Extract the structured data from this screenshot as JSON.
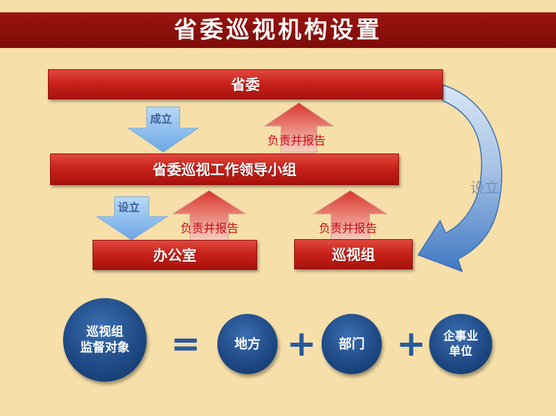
{
  "title": "省委巡视机构设置",
  "boxes": {
    "provincial_committee": "省委",
    "leading_group": "省委巡视工作领导小组",
    "office": "办公室",
    "inspection_team": "巡视组"
  },
  "labels": {
    "establish": "成立",
    "setup_small": "设立",
    "report_top": "负责并报告",
    "report_office": "负责并报告",
    "report_team": "负责并报告",
    "setup_curve": "设立"
  },
  "equation": {
    "left_line1": "巡视组",
    "left_line2": "监督对象",
    "equals": "=",
    "term1": "地方",
    "plus1": "+",
    "term2": "部门",
    "plus2": "+",
    "term3_line1": "企事业",
    "term3_line2": "单位"
  },
  "colors": {
    "title_bar": "#8b0f0b",
    "box_red": "#c9221a",
    "up_arrow_red": "#d9362c",
    "down_arrow_blue": "#8ec2ef",
    "circle_blue": "#1f4a86",
    "background": "#f6dfa8"
  }
}
